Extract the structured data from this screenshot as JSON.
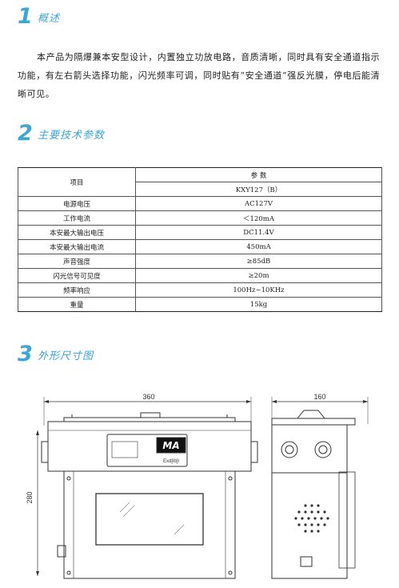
{
  "sections": [
    {
      "num": "1",
      "title": "概述"
    },
    {
      "num": "2",
      "title": "主要技术参数"
    },
    {
      "num": "3",
      "title": "外形尺寸图"
    }
  ],
  "intro": {
    "text": "本产品为隔爆兼本安型设计，内置独立功放电路，音质清晰，同时具有安全通道指示功能，有左右箭头选择功能，闪光频率可调，同时贴有“安全通道”强反光膜，停电后能清晰可见。"
  },
  "spec_table": {
    "item_header": "项目",
    "param_header": "参  数",
    "model": "KXY127（B）",
    "rows": [
      {
        "label": "电源电压",
        "value": "AC127V"
      },
      {
        "label": "工作电流",
        "value": "＜120mA"
      },
      {
        "label": "本安最大输出电压",
        "value": "DC11.4V"
      },
      {
        "label": "本安最大输出电流",
        "value": "450mA"
      },
      {
        "label": "声音强度",
        "value": "≥85dB"
      },
      {
        "label": "闪光信号可见度",
        "value": "≥20m"
      },
      {
        "label": "频率响应",
        "value": "100Hz~10KHz"
      },
      {
        "label": "重量",
        "value": "15kg"
      }
    ]
  },
  "drawing": {
    "front_width_label": "360",
    "height_label": "280",
    "side_width_label": "160",
    "ma_logo": "MA",
    "exd_label": "Exd[ib]I"
  },
  "colors": {
    "accent": "#3aa6d9",
    "line": "#333333"
  }
}
